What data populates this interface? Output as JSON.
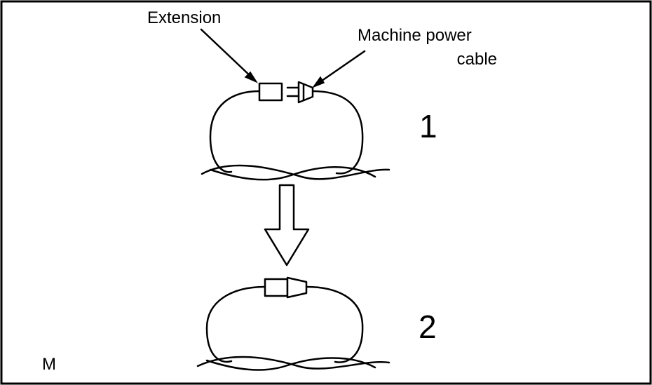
{
  "labels": {
    "extension": "Extension",
    "machine_power_line1": "Machine power",
    "machine_power_line2": "cable",
    "step1": "1",
    "step2": "2",
    "corner": "M"
  }
}
